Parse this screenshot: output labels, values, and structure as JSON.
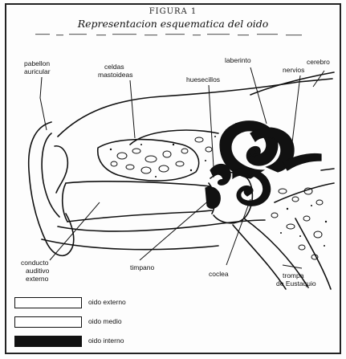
{
  "figure": {
    "label": "FIGURA 1",
    "title": "Representacion esquematica del oido"
  },
  "labels": {
    "pabellon": [
      "pabellon",
      "auricular"
    ],
    "celdas": [
      "celdas",
      "mastoideas"
    ],
    "huesecillos": "huesecillos",
    "laberinto": "laberinto",
    "nervios": "nervios",
    "cerebro": "cerebro",
    "conducto": [
      "conducto",
      "auditivo",
      "externo"
    ],
    "timpano": "timpano",
    "coclea": "coclea",
    "trompa": [
      "trompa",
      "de Eustaquio"
    ]
  },
  "legend": [
    {
      "label": "oido externo",
      "swatch": "white"
    },
    {
      "label": "oido medio",
      "swatch": "white"
    },
    {
      "label": "oido interno",
      "swatch": "black"
    }
  ],
  "colors": {
    "ink": "#111111",
    "paper": "#ffffff"
  }
}
